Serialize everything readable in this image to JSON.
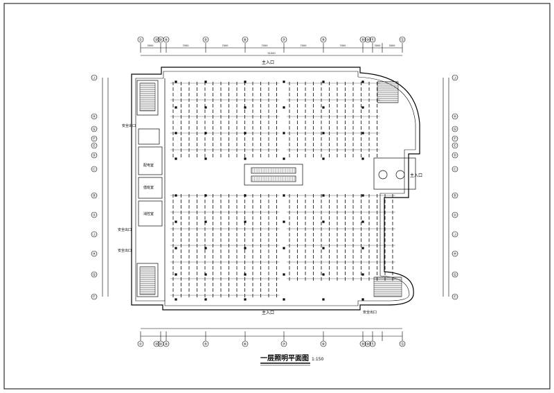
{
  "drawing": {
    "title": "一层照明平面图",
    "scale": "1:150"
  },
  "grid": {
    "top_axes": [
      "①",
      "②",
      "③",
      "④",
      "⑤",
      "⑥",
      "⑦",
      "⑧",
      "⑨",
      "⑩",
      "⑪",
      "⑫"
    ],
    "right_axes": [
      "Ⓐ",
      "Ⓑ",
      "Ⓒ",
      "Ⓓ",
      "Ⓔ",
      "Ⓕ",
      "Ⓖ",
      "Ⓗ",
      "Ⓙ"
    ],
    "top_dims": [
      "3000",
      "7000",
      "7000",
      "7000",
      "7000",
      "7000",
      "3000",
      "3000"
    ],
    "total_dim": "51000"
  },
  "labels": {
    "entrance_top": "主入口",
    "entrance_bottom": "主入口",
    "entrance_right": "主入口",
    "exit_left_1": "安全出口",
    "exit_left_2": "安全出口",
    "exit_left_3": "安全出口",
    "exit_bottom_right": "安全出口",
    "room_1": "配电室",
    "room_2": "值班室",
    "room_3": "消控室"
  },
  "colors": {
    "line": "#000000",
    "paper": "#ffffff"
  }
}
